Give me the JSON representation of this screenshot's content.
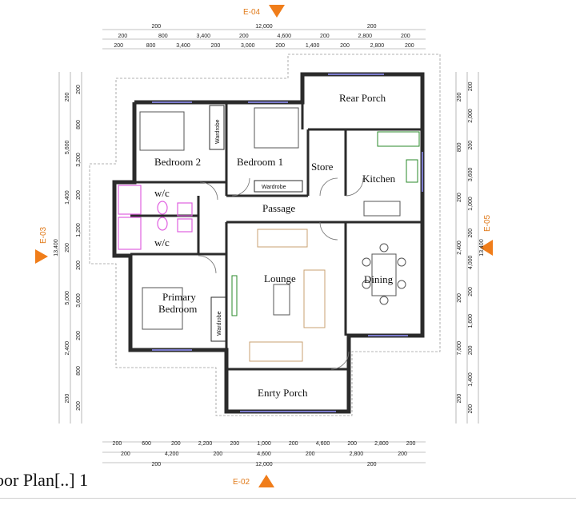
{
  "colors": {
    "wall": "#2b2b2b",
    "elevation_marker": "#f07d1a",
    "sanitary": "#e060e0",
    "dims": "#555555"
  },
  "elevations": {
    "top": "E-04",
    "bottom": "E-02",
    "left": "E-03",
    "right": "E-05"
  },
  "rooms": {
    "rear_porch": "Rear Porch",
    "bedroom2": "Bedroom 2",
    "bedroom1": "Bedroom 1",
    "store": "Store",
    "kitchen": "Kitchen",
    "wc_top": "w/c",
    "wc_bottom": "w/c",
    "passage": "Passage",
    "lounge": "Lounge",
    "dining": "Dining",
    "primary_bedroom_1": "Primary",
    "primary_bedroom_2": "Bedroom",
    "entry_porch": "Enrty Porch"
  },
  "wardrobes": {
    "bed2": "Wardrobe",
    "bed1": "Wardrobe",
    "primary": "Wardrobe"
  },
  "dims_top": {
    "row1": [
      "200",
      "12,000",
      "200"
    ],
    "row2": [
      "200",
      "800",
      "3,400",
      "200",
      "4,600",
      "200",
      "2,800",
      "200"
    ],
    "row3": [
      "200",
      "800",
      "3,400",
      "200",
      "3,000",
      "200",
      "1,400",
      "200",
      "2,800",
      "200"
    ]
  },
  "dims_bottom": {
    "row1": [
      "200",
      "600",
      "200",
      "2,200",
      "200",
      "1,000",
      "200",
      "4,600",
      "200",
      "2,800",
      "200"
    ],
    "row2": [
      "200",
      "4,200",
      "200",
      "4,600",
      "200",
      "2,800",
      "200"
    ],
    "row3": [
      "200",
      "12,000",
      "200"
    ]
  },
  "dims_left": {
    "outer": [
      "13,400"
    ],
    "mid": [
      "200",
      "5,600",
      "1,400",
      "200",
      "5,000",
      "2,400",
      "200"
    ],
    "inner": [
      "200",
      "800",
      "3,200",
      "200",
      "1,200",
      "200",
      "3,600",
      "200",
      "800",
      "200"
    ]
  },
  "dims_right": {
    "outer": [
      "13,400"
    ],
    "mid": [
      "200",
      "2,000",
      "200",
      "3,600",
      "1,000",
      "200",
      "4,000",
      "200",
      "1,600",
      "200",
      "1,400",
      "200"
    ],
    "inner": [
      "200",
      "800",
      "200",
      "2,400",
      "200",
      "7,000",
      "200"
    ]
  },
  "caption": "oor Plan[..] 1"
}
